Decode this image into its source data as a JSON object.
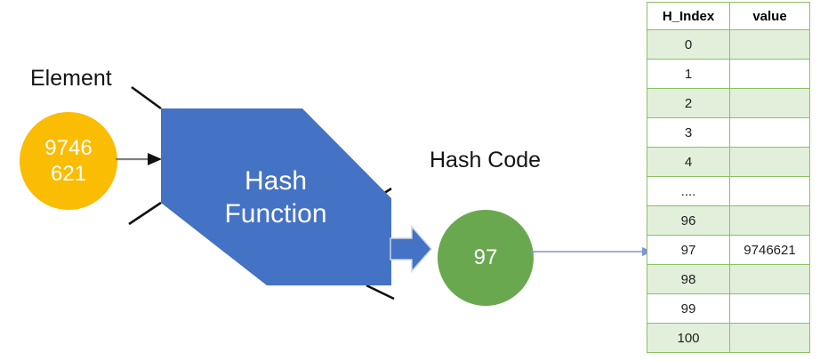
{
  "diagram": {
    "title_not_shown": "",
    "element": {
      "label": "Element",
      "value_line1": "9746",
      "value_line2": "621",
      "color": "#FBBC04"
    },
    "hash_function": {
      "line1": "Hash",
      "line2": "Function",
      "color": "#4472C4"
    },
    "hash_code": {
      "label": "Hash Code",
      "value": "97",
      "color": "#6AA84F"
    },
    "arrows": {
      "element_to_function": "arrow-right-thin-gray",
      "function_to_hashcode": "block-arrow-right-blue",
      "hashcode_to_table": "arrow-right-thin-blue"
    }
  },
  "table": {
    "columns": [
      "H_Index",
      "value"
    ],
    "border_color": "#8DC063",
    "shaded_row_color": "#E2EFDA",
    "rows": [
      {
        "index": "0",
        "value": ""
      },
      {
        "index": "1",
        "value": ""
      },
      {
        "index": "2",
        "value": ""
      },
      {
        "index": "3",
        "value": ""
      },
      {
        "index": "4",
        "value": ""
      },
      {
        "index": "....",
        "value": ""
      },
      {
        "index": "96",
        "value": ""
      },
      {
        "index": "97",
        "value": "9746621"
      },
      {
        "index": "98",
        "value": ""
      },
      {
        "index": "99",
        "value": ""
      },
      {
        "index": "100",
        "value": ""
      }
    ]
  }
}
